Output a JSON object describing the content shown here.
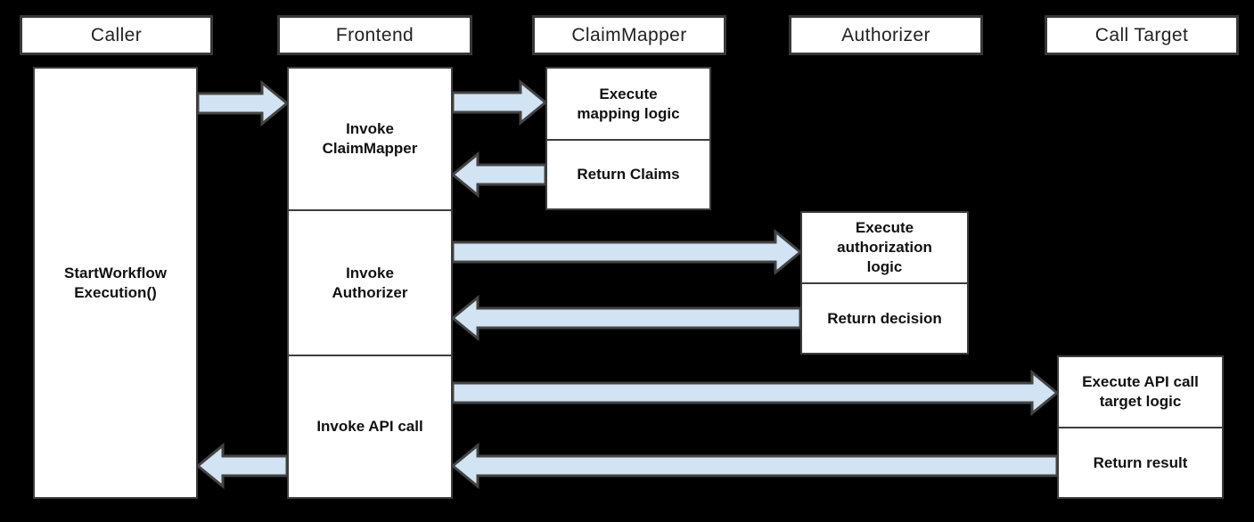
{
  "colors": {
    "background": "#000000",
    "box_fill": "#ffffff",
    "box_border": "#3d3d3d",
    "arrow_fill": "#d2e3f3",
    "arrow_outline": "#434343",
    "text": "#111111"
  },
  "lanes": [
    {
      "id": "caller",
      "header": "Caller"
    },
    {
      "id": "frontend",
      "header": "Frontend"
    },
    {
      "id": "claimmapper",
      "header": "ClaimMapper"
    },
    {
      "id": "authorizer",
      "header": "Authorizer"
    },
    {
      "id": "calltarget",
      "header": "Call Target"
    }
  ],
  "boxes": {
    "caller": {
      "label": [
        "StartWorkflow",
        "Execution()"
      ]
    },
    "frontend": {
      "sections": [
        {
          "label": [
            "Invoke",
            "ClaimMapper"
          ]
        },
        {
          "label": [
            "Invoke",
            "Authorizer"
          ]
        },
        {
          "label": [
            "Invoke API call"
          ]
        }
      ]
    },
    "claimmapper": {
      "sections": [
        {
          "label": [
            "Execute",
            "mapping logic"
          ]
        },
        {
          "label": [
            "Return Claims"
          ]
        }
      ]
    },
    "authorizer": {
      "sections": [
        {
          "label": [
            "Execute",
            "authorization",
            "logic"
          ]
        },
        {
          "label": [
            "Return decision"
          ]
        }
      ]
    },
    "calltarget": {
      "sections": [
        {
          "label": [
            "Execute API call",
            "target logic"
          ]
        },
        {
          "label": [
            "Return result"
          ]
        }
      ]
    }
  },
  "arrows": [
    {
      "name": "caller-to-frontend",
      "from": "Caller",
      "to": "Frontend",
      "direction": "right"
    },
    {
      "name": "frontend-to-claimmapper",
      "from": "Frontend",
      "to": "ClaimMapper",
      "direction": "right"
    },
    {
      "name": "claimmapper-to-frontend",
      "from": "ClaimMapper",
      "to": "Frontend",
      "direction": "left"
    },
    {
      "name": "frontend-to-authorizer",
      "from": "Frontend",
      "to": "Authorizer",
      "direction": "right"
    },
    {
      "name": "authorizer-to-frontend",
      "from": "Authorizer",
      "to": "Frontend",
      "direction": "left"
    },
    {
      "name": "frontend-to-calltarget",
      "from": "Frontend",
      "to": "Call Target",
      "direction": "right"
    },
    {
      "name": "calltarget-to-frontend",
      "from": "Call Target",
      "to": "Frontend",
      "direction": "left"
    },
    {
      "name": "frontend-to-caller",
      "from": "Frontend",
      "to": "Caller",
      "direction": "left"
    }
  ]
}
